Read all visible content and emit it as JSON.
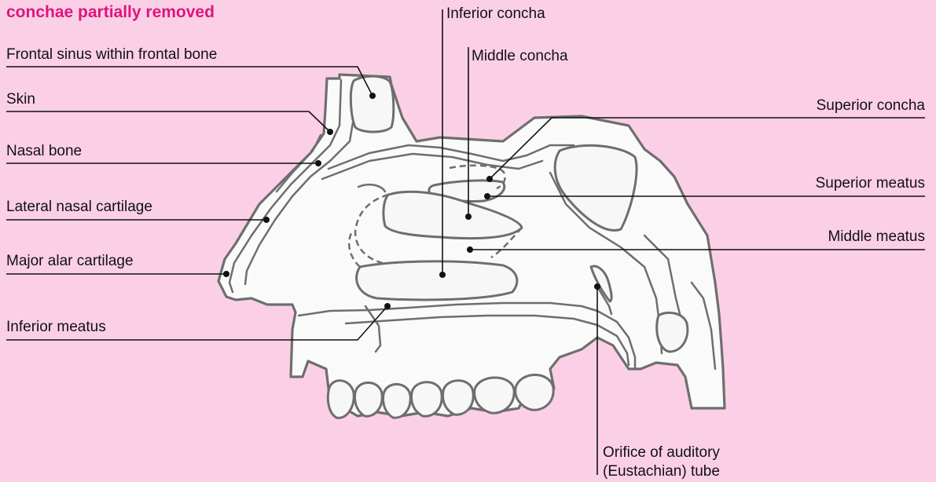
{
  "title": "conchae partially removed",
  "labels": {
    "frontal_sinus": "Frontal sinus within frontal bone",
    "skin": "Skin",
    "nasal_bone": "Nasal bone",
    "lateral_nasal_cartilage": "Lateral nasal cartilage",
    "major_alar_cartilage": "Major alar cartilage",
    "inferior_meatus": "Inferior meatus",
    "inferior_concha": "Inferior concha",
    "middle_concha": "Middle concha",
    "superior_concha": "Superior concha",
    "superior_meatus": "Superior meatus",
    "middle_meatus": "Middle meatus",
    "auditory_tube_line1": "Orifice of auditory",
    "auditory_tube_line2": "(Eustachian) tube"
  },
  "colors": {
    "background": "#fbd0e6",
    "title": "#e0147f",
    "outline": "#6e6e6e",
    "leader": "#111111"
  }
}
